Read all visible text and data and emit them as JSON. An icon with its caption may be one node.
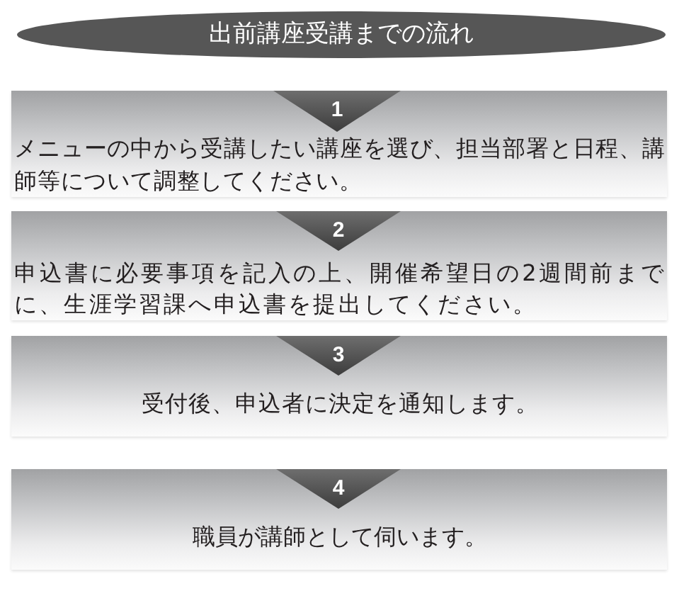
{
  "diagram": {
    "title": "出前講座受講までの流れ",
    "nodes": [
      {
        "text": [
          "メニューの中から受講したい講座を選び、担当部署と日程、講師等について調整してください。"
        ]
      },
      {
        "text": [
          "1"
        ],
        "in": 0
      },
      {
        "text": [
          "申込書に必要事項を記入の上、開催希望日の2週間前までに、生涯学習課へ申込書を提出してください。"
        ]
      },
      {
        "text": [
          "2"
        ],
        "in": 2
      },
      {
        "text": [
          "受付後、申込者に決定を通知します。"
        ]
      },
      {
        "text": [
          "3"
        ],
        "in": 4
      },
      {
        "text": [
          "職員が講師として伺います。"
        ]
      },
      {
        "text": [
          "4"
        ],
        "in": 6
      }
    ]
  }
}
